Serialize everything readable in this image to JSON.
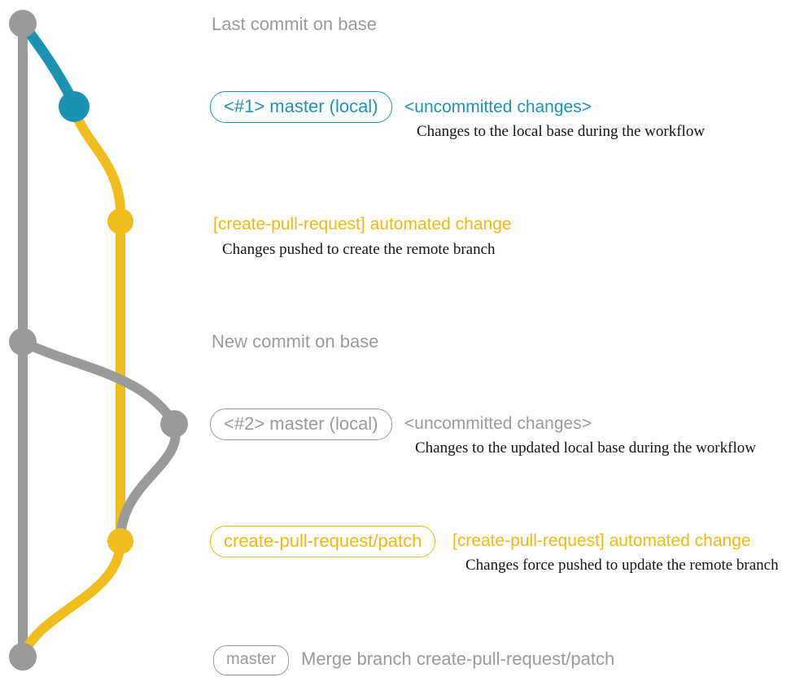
{
  "diagram_title": "create-pull-request action git workflow diagram",
  "colors": {
    "base_gray": "#9a9a9a",
    "local_teal": "#1c93b2",
    "branch_yellow": "#efbe1e",
    "yellow_text": "#f0b90f",
    "description_black": "#141414",
    "background": "#ffffff"
  },
  "rows": {
    "last_commit": {
      "title": "Last commit on base"
    },
    "commit1": {
      "badge": "<#1> master (local)",
      "title": "<uncommitted changes>",
      "desc": "Changes to the local base during the workflow"
    },
    "push1": {
      "title": "[create-pull-request] automated change",
      "desc": "Changes pushed to create the remote branch"
    },
    "new_commit": {
      "title": "New commit on base"
    },
    "commit2": {
      "badge": "<#2> master (local)",
      "title": "<uncommitted changes>",
      "desc": "Changes to the updated local base during the workflow"
    },
    "push2": {
      "badge": "create-pull-request/patch",
      "title": "[create-pull-request] automated change",
      "desc": "Changes force pushed to update the remote branch"
    },
    "merge": {
      "badge": "master",
      "title": "Merge branch create-pull-request/patch"
    }
  },
  "graph": {
    "branches": [
      {
        "name": "base",
        "color": "#9a9a9a"
      },
      {
        "name": "master-local",
        "color": "#1c93b2"
      },
      {
        "name": "create-pull-request-patch",
        "color": "#efbe1e"
      }
    ],
    "commit_count": 7
  }
}
